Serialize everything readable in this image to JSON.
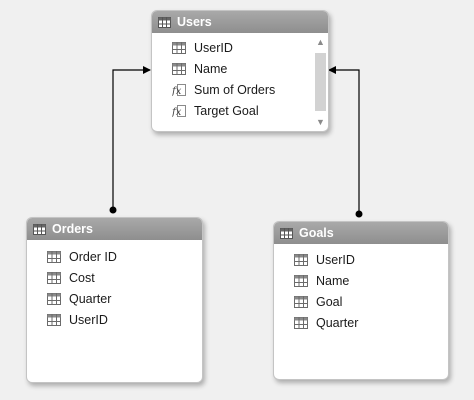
{
  "tables": {
    "users": {
      "title": "Users",
      "fields": [
        {
          "name": "UserID",
          "type": "column"
        },
        {
          "name": "Name",
          "type": "column"
        },
        {
          "name": "Sum of Orders",
          "type": "measure"
        },
        {
          "name": "Target Goal",
          "type": "measure"
        }
      ]
    },
    "orders": {
      "title": "Orders",
      "fields": [
        {
          "name": "Order ID",
          "type": "column"
        },
        {
          "name": "Cost",
          "type": "column"
        },
        {
          "name": "Quarter",
          "type": "column"
        },
        {
          "name": "UserID",
          "type": "column"
        }
      ]
    },
    "goals": {
      "title": "Goals",
      "fields": [
        {
          "name": "UserID",
          "type": "column"
        },
        {
          "name": "Name",
          "type": "column"
        },
        {
          "name": "Goal",
          "type": "column"
        },
        {
          "name": "Quarter",
          "type": "column"
        }
      ]
    }
  },
  "icons": {
    "column": "table-column-icon",
    "measure": "calculated-measure-icon",
    "header": "table-icon"
  },
  "colors": {
    "header": "#9a9a9a",
    "connector": "#000000"
  }
}
